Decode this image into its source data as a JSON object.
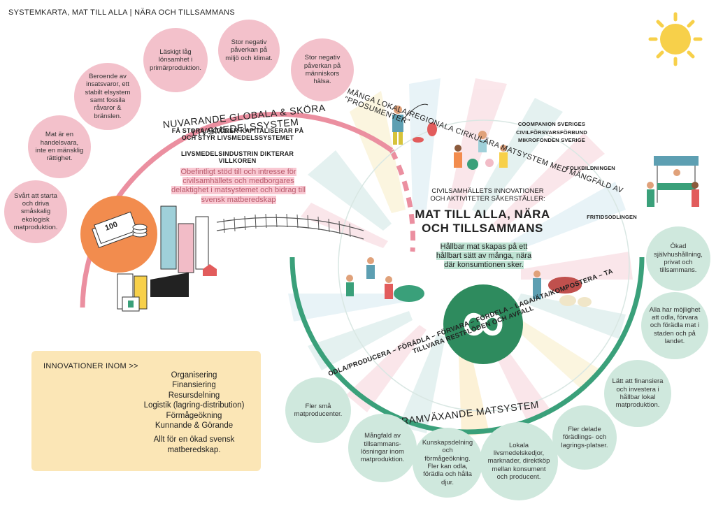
{
  "header": {
    "title": "SYSTEMKARTA, MAT TILL ALLA | NÄRA OCH TILLSAMMANS"
  },
  "global_system": {
    "arc_title": "NUVARANDE GLOBALA & SKÖRA LIVSMEDELSSYSTEM",
    "line1": "FÅ STORA AKTÖRER KAPITALISERAR PÅ OCH STYR LIVSMEDELSSYSTEMET",
    "line2": "LIVSMEDELSINDUSTRIN DIKTERAR VILLKOREN",
    "highlight": "Obefintligt stöd till och intresse för civilsamhällets och medborgares delaktighet i matsystemet och bidrag till svensk matberedskap",
    "money_label": "100",
    "problems": [
      "Svårt att starta och driva småskalig ekologisk matproduktion.",
      "Mat är en handelsvara, inte en mänsklig rättighet.",
      "Beroende av insatsvaror, ett stabilt elsystem samt fossila råvaror & bränslen.",
      "Läskigt låg lönsamhet i primärproduktion.",
      "Stor negativ påverkan på miljö och klimat.",
      "Stor negativ påverkan på människors hälsa."
    ]
  },
  "local_system": {
    "arc_title": "MÅNGA LOKALA/REGIONALA CIRKULÄRA MATSYSTEM MED MÅNGFALD AV \"PROSUMENTER\"",
    "orgs": "COOMPANION SVERIGES CIVILFÖRSVARSFÖRBUND MIKROFONDEN SVERIGE",
    "org2": "FOLKBILDNINGEN",
    "org3": "FRITIDSODLINGEN"
  },
  "center": {
    "subtitle": "CIVILSAMHÄLLETS INNOVATIONER OCH AKTIVITETER SÄKERSTÄLLER:",
    "title_line1": "MAT TILL ALLA, NÄRA",
    "title_line2": "OCH TILLSAMMANS",
    "highlight": "Hållbar mat skapas på ett hållbart sätt av många, nära där konsumtionen sker."
  },
  "emerging_system": {
    "arc_title": "FRAMVÄXANDE MATSYSTEM",
    "cycle_text": "ODLA/PRODUCERA – FÖRÄDLA – FÖRVARA – FÖRDELA – LAGA/ÄTA/KOMPOSTERA – TA TILLVARA RESTFLÖDEN OCH AVFALL",
    "benefits": [
      "Ökad självhushållning, privat och tillsammans.",
      "Alla har möjlighet att odla, förvara och förädla mat i staden och på landet.",
      "Lätt att finansiera och investera i hållbar lokal matproduktion.",
      "Fler delade förädlings- och lagrings-platser.",
      "Lokala livsmedelskedjor, marknader, direktköp mellan konsument och producent.",
      "Kunskapsdelning och förmågeökning. Fler kan odla, förädla och hålla djur.",
      "Mångfald av tillsammans-lösningar inom matproduktion.",
      "Fler små matproducenter."
    ]
  },
  "innovations": {
    "heading": "INNOVATIONER INOM >>",
    "items": [
      "Organisering",
      "Finansiering",
      "Resursdelning",
      "Logistik (lagring-distribution)",
      "Förmågeökning",
      "Kunnande & Görande"
    ],
    "footer": "Allt för en ökad svensk matberedskap."
  },
  "colors": {
    "pink": "#f3c1cb",
    "green_ring": "#3aa07a",
    "dark_green": "#2e8b5e",
    "orange": "#f28c4e",
    "yellow_box": "#fbe6b6",
    "sun": "#f7d04a"
  }
}
